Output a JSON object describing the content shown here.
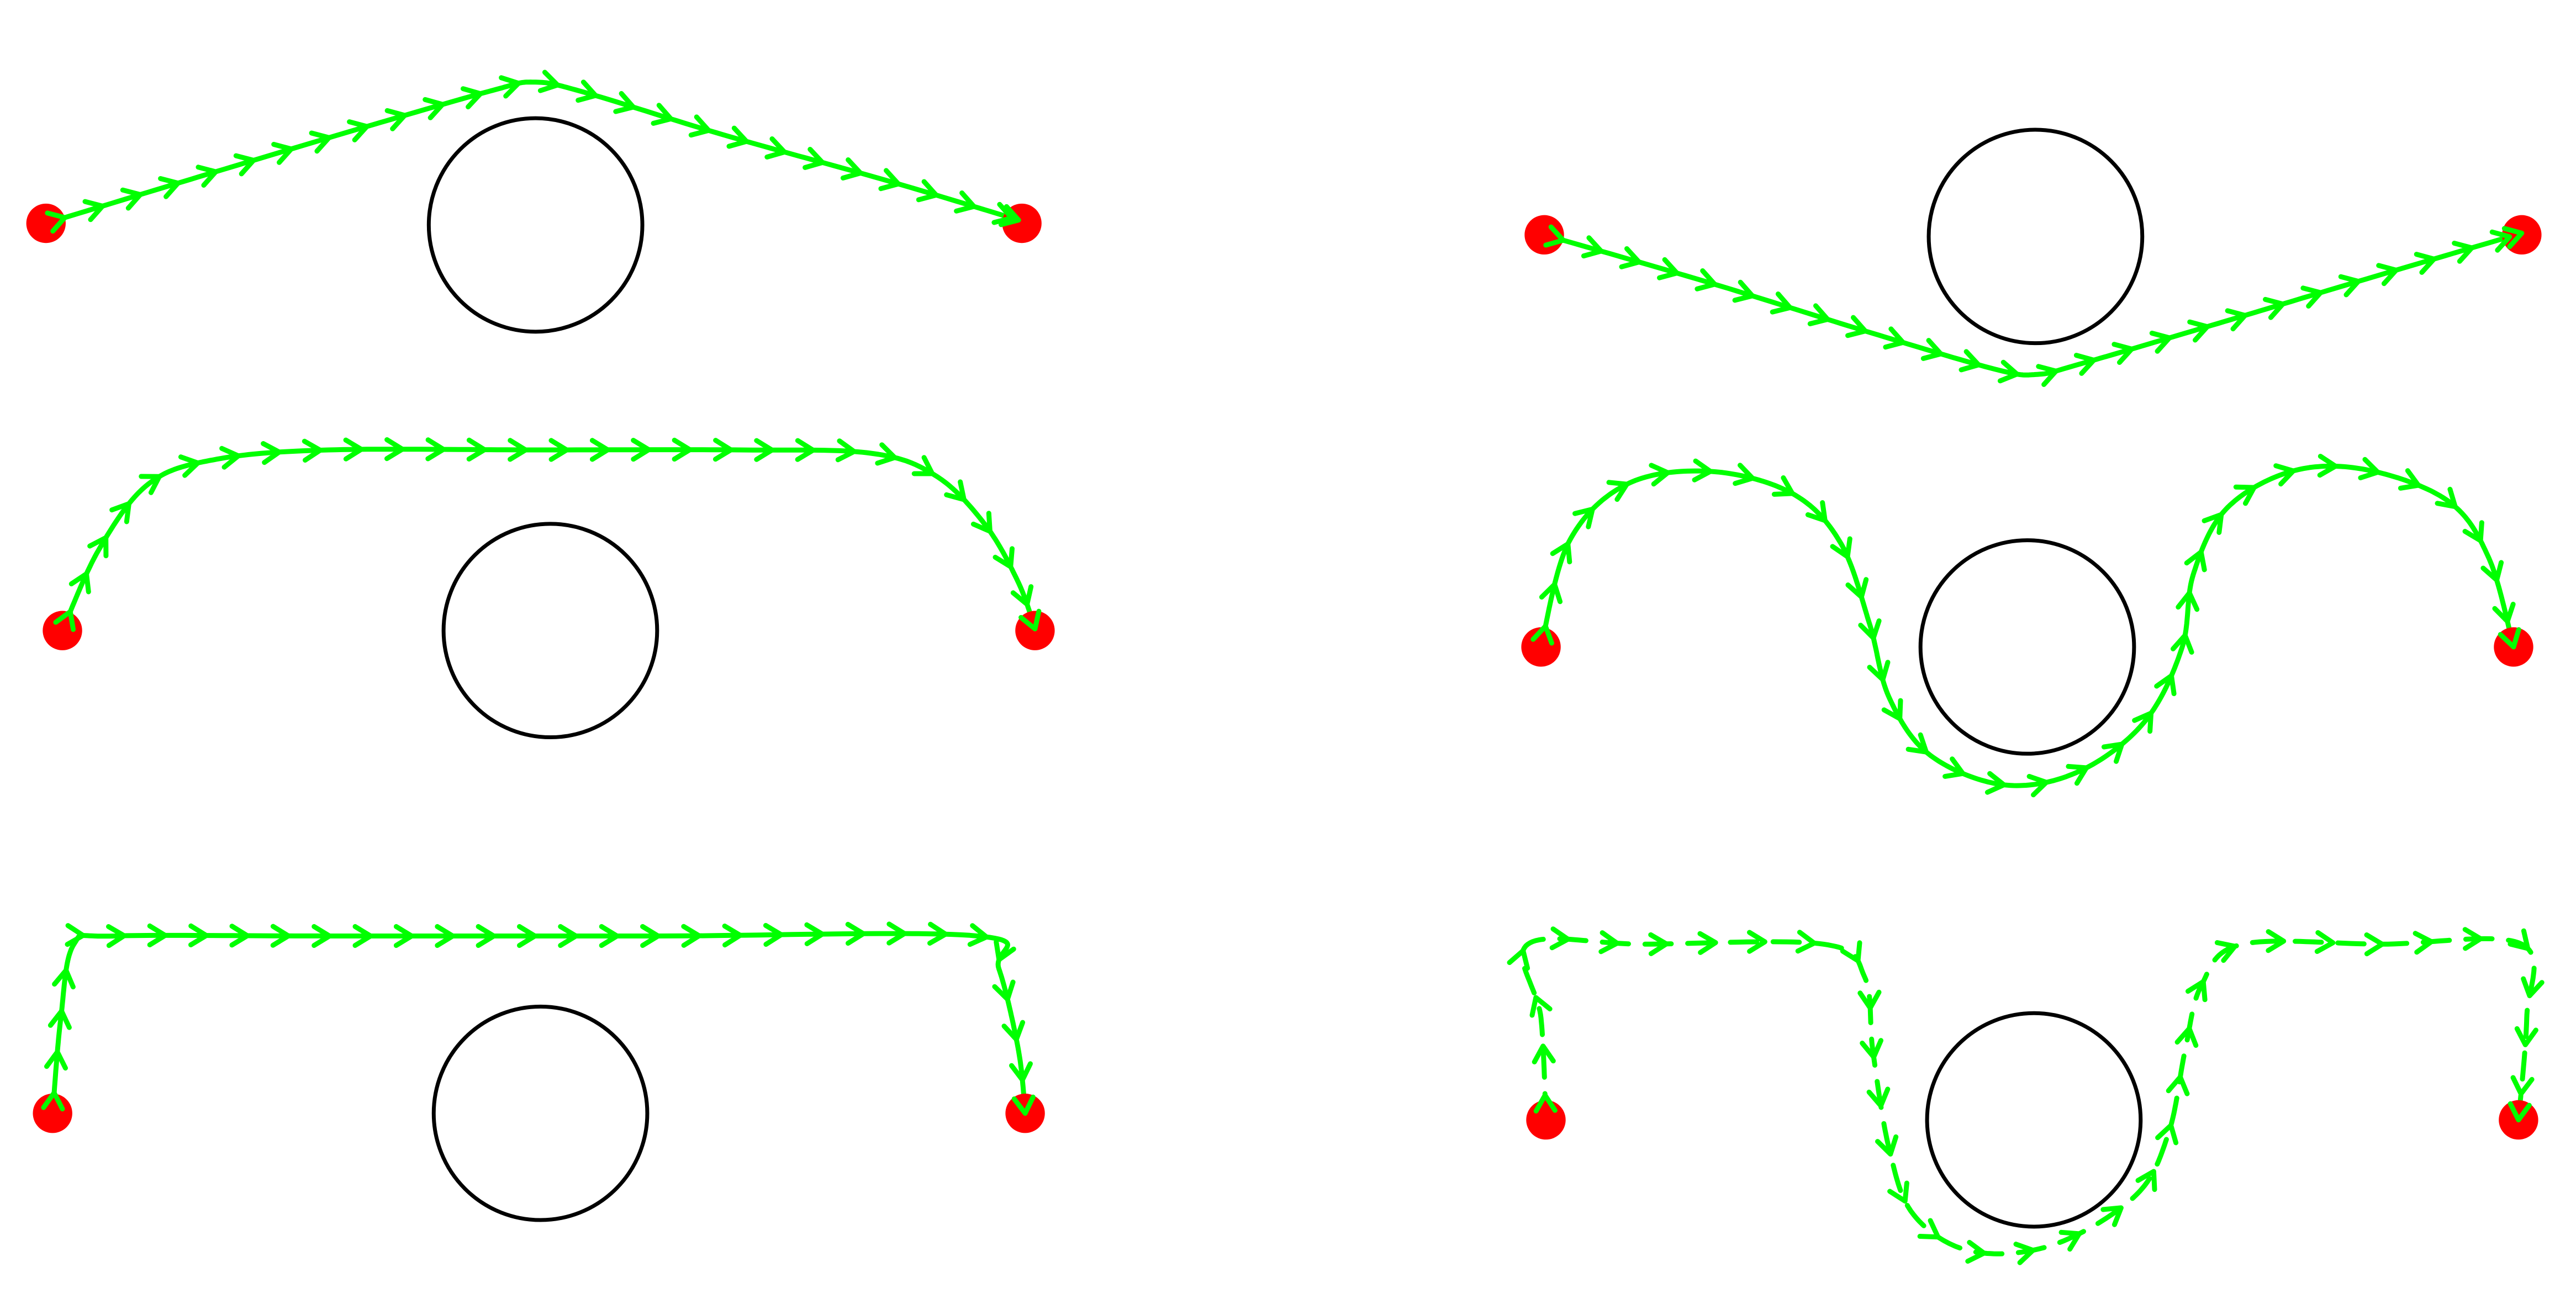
{
  "colors": {
    "background": "#ffffff",
    "path": "#00ff00",
    "endpoint": "#ff0000",
    "obstacle": "#000000"
  },
  "panels": [
    {
      "name": "panel-top-left",
      "path_style": "smooth-arc-over"
    },
    {
      "name": "panel-top-right",
      "path_style": "smooth-arc-under"
    },
    {
      "name": "panel-middle-left",
      "path_style": "rounded-arc-over"
    },
    {
      "name": "panel-middle-right",
      "path_style": "wave-around"
    },
    {
      "name": "panel-bottom-left",
      "path_style": "rectangular-over"
    },
    {
      "name": "panel-bottom-right",
      "path_style": "dashed-detour-under"
    }
  ],
  "icons": {
    "obstacle": "circle-outline",
    "endpoint": "red-dot",
    "direction": "arrowhead"
  }
}
